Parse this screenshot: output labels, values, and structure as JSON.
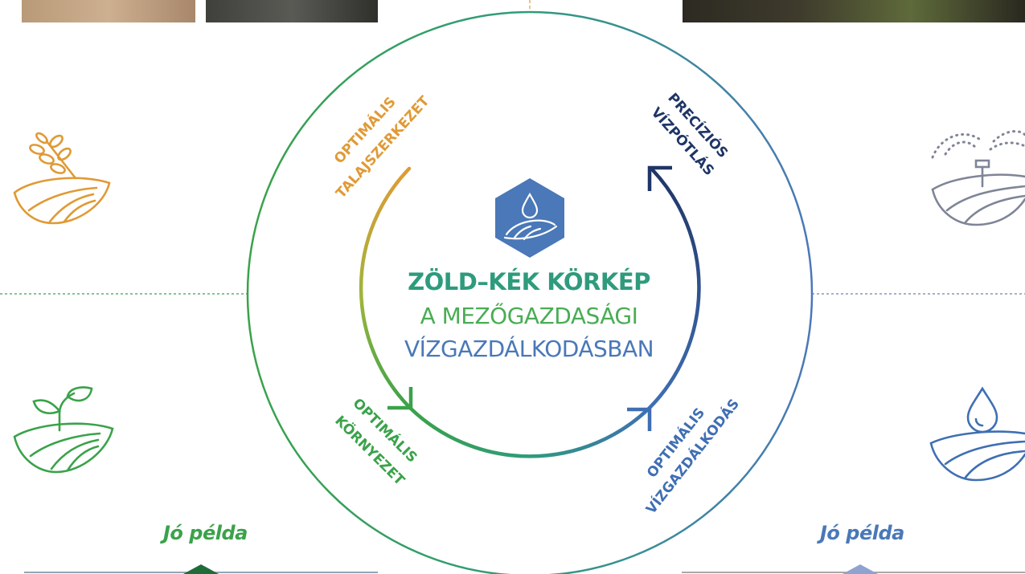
{
  "center": {
    "line1": "ZÖLD–KÉK KÖRKÉP",
    "line2": "A MEZŐGAZDASÁGI",
    "line3": "VÍZGAZDÁLKODÁSBAN"
  },
  "cycle_labels": {
    "soil": {
      "line1": "OPTIMÁLIS",
      "line2": "TALAJSZERKEZET"
    },
    "irrigation": {
      "line1": "PRECÍZIÓS",
      "line2": "VÍZPÓTLÁS"
    },
    "environment": {
      "line1": "OPTIMÁLIS",
      "line2": "KÖRNYEZET"
    },
    "water_management": {
      "line1": "OPTIMÁLIS",
      "line2": "VÍZGAZDÁLKODÁS"
    }
  },
  "footer": {
    "left_label": "Jó példa",
    "right_label": "Jó példa"
  },
  "colors": {
    "orange": "#e09a35",
    "navy": "#1f3566",
    "green": "#3aa24a",
    "blue": "#4a78b8",
    "teal": "#2e9b7d",
    "grey_icon": "#7f8597",
    "hex_badge": "#4a78b8"
  },
  "icons": {
    "top_left": "wheat-field-icon",
    "top_right": "sprinkler-field-icon",
    "bottom_left": "sprout-field-icon",
    "bottom_right": "water-drop-field-icon",
    "center": "water-drop-field-badge-icon"
  }
}
